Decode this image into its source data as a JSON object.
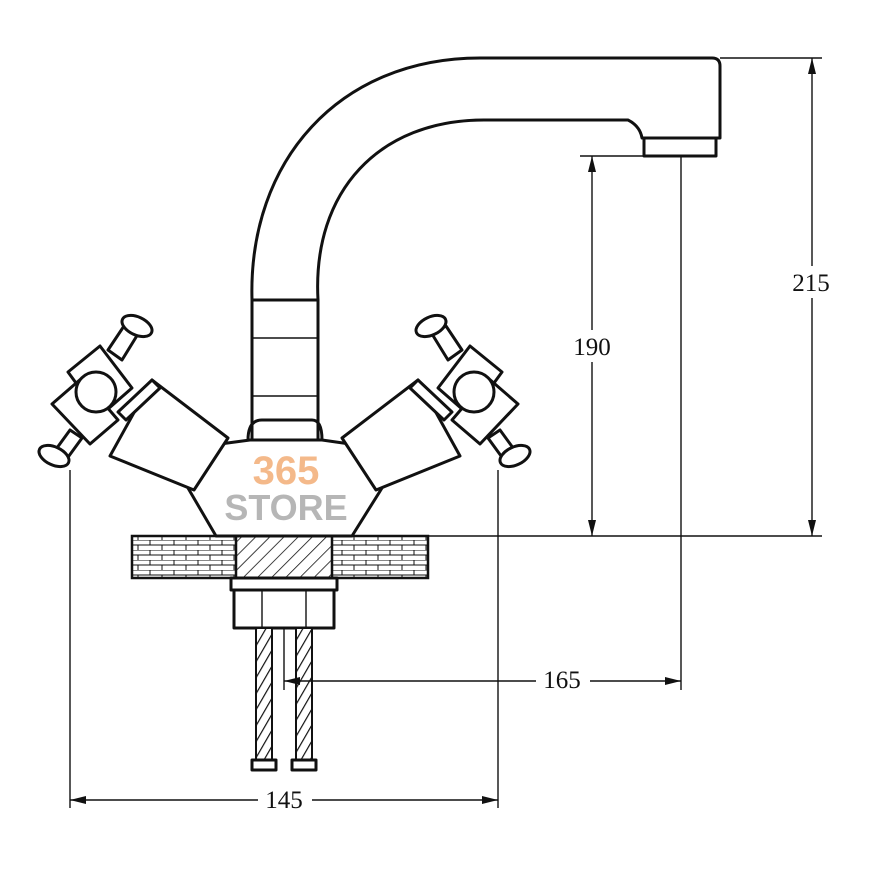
{
  "dimensions": {
    "total_height": "215",
    "spout_height": "190",
    "spout_reach": "165",
    "handle_span": "145"
  },
  "watermark": {
    "number": "365",
    "text": "STORE"
  },
  "colors": {
    "line": "#111111",
    "watermark_number": "#f4b98a",
    "watermark_text": "#b6b6b6"
  }
}
